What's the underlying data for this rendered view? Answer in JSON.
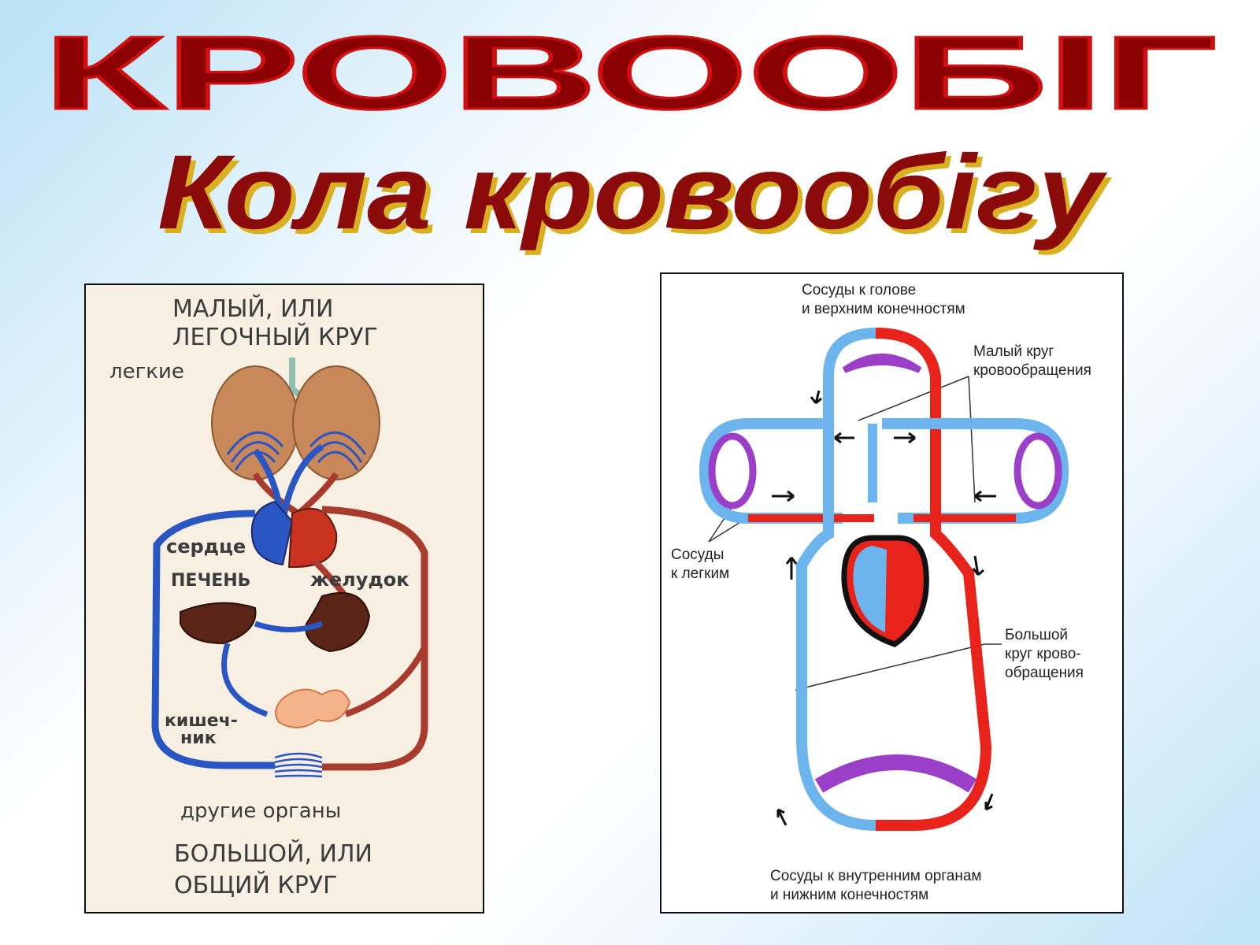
{
  "slide": {
    "title": "КРОВООБІГ",
    "subtitle": "Кола кровообігу"
  },
  "left_diagram": {
    "heading_line1": "МАЛЫЙ, ИЛИ",
    "heading_line2": "ЛЕГОЧНЫЙ КРУГ",
    "lungs": "легкие",
    "heart": "сердце",
    "liver": "ПЕЧЕНЬ",
    "stomach": "желудок",
    "intestine_line1": "кишеч-",
    "intestine_line2": "ник",
    "other_organs": "другие органы",
    "footer_line1": "БОЛЬШОЙ, ИЛИ",
    "footer_line2": "ОБЩИЙ КРУГ"
  },
  "right_diagram": {
    "top_line1": "Сосуды к голове",
    "top_line2": "и верхним конечностям",
    "small_circle_line1": "Малый круг",
    "small_circle_line2": "кровообращения",
    "lungs_line1": "Сосуды",
    "lungs_line2": "к легким",
    "big_circle_line1": "Большой",
    "big_circle_line2": "круг крово-",
    "big_circle_line3": "обращения",
    "bottom_line1": "Сосуды к внутренним органам",
    "bottom_line2": "и нижним конечностям"
  },
  "colors": {
    "title_fill": "#8b0000",
    "subtitle_fill": "#8b0a0a",
    "subtitle_shadow": "#d9b020",
    "artery": "#e8231b",
    "vein": "#6cb4ee",
    "capillary": "#9b3fc9",
    "dark_artery": "#a83a2e",
    "dark_vein": "#2a56c4"
  }
}
